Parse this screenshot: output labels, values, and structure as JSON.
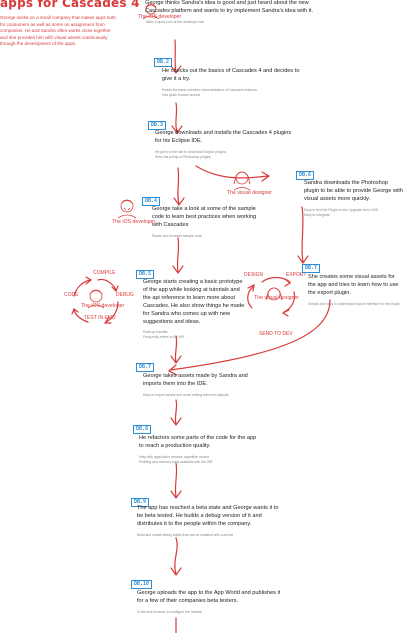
{
  "header": {
    "title": "apps for Cascades 4",
    "intro": "George works on a small company that makes apps both for consumers as well as some on assignment from companies. He and Sandra often works close together and she provides him with visual assets continuously through the development of the apps."
  },
  "roles": {
    "developer": "The iOS developer",
    "designer": "The visual designer"
  },
  "cycle": {
    "dev": [
      "COMPILE",
      "DEBUG",
      "TEST IN EMU",
      "CODE"
    ],
    "design": [
      "DESIGN",
      "EXPORT",
      "SEND TO DEV"
    ]
  },
  "steps": [
    {
      "id": "1",
      "badge": "",
      "text": "George thinks Sandra's idea is good and just heard about the new Cascades platform and wants to try implement Sandra's idea with it.",
      "notes": [
        "Takes a quick look at the developer site"
      ]
    },
    {
      "id": "2",
      "badge": "DB.2",
      "text": "He checks out the basics of Cascades 4 and decides to give it a try.",
      "notes": [
        "Reads the basic overview documentation of Cascades features",
        "Has quick browse around"
      ]
    },
    {
      "id": "3",
      "badge": "DB.3",
      "text": "George downloads and installs the Cascades 4 plugins for his Eclipse IDE.",
      "notes": [
        "He goes to the site to download Eclipse plugins",
        "Sees the plenty of Photoshop plugins"
      ]
    },
    {
      "id": "4",
      "badge": "DB.4",
      "text": "George take a look at some of the sample code to learn best practices when working with Cascades",
      "notes": [
        "Reads and browses sample code"
      ]
    },
    {
      "id": "5",
      "badge": "DB.5",
      "text": "George starts creating a basic prototype of the app while looking at tutorials and the api reference to learn more about Cascades. He also show things he made for Sandra who comes up with new suggestions and ideas.",
      "notes": [
        "Pulls up tutorials",
        "Frequently refers to the API"
      ]
    },
    {
      "id": "6",
      "badge": "DB.6",
      "text": "Sandra downloads the Photoshop plugin to be able to provide George with visual assets more quickly.",
      "notes": [
        "Easy to find the Plugin on the Upgrade from 1000",
        "Easy to Integrate"
      ]
    },
    {
      "id": "7",
      "badge": "DB.7",
      "text": "She creates some visual assets for the app and tries to learn how to use the export plugin.",
      "notes": [
        "Simple and easy to understand export interface for the plugin"
      ]
    },
    {
      "id": "8",
      "badge": "DB.7",
      "text": "George takes assets made by Sandra and imports them into the IDE.",
      "notes": [
        "Easy to import assets and avoid setting them into layouts"
      ]
    },
    {
      "id": "9",
      "badge": "DB.8",
      "text": "He refactors some parts of the code for the app to reach a production quality.",
      "notes": [
        "Help with application refactor, algorithm wizard",
        "Profiling and memory tools available with the IDE"
      ]
    },
    {
      "id": "10",
      "badge": "DB.9",
      "text": "The app has reached a beta state and George wants it to be beta tested. He builds a debug version of it and distributes it to the people within the company.",
      "notes": [
        "Build and create debug builds that can be installed with a device"
      ]
    },
    {
      "id": "11",
      "badge": "DB.10",
      "text": "George uploads the app to the App World and publishes it for a few of their companies beta testers.",
      "notes": [
        "In the web browser to configure the release"
      ]
    }
  ],
  "colors": {
    "accent": "#d93a3a",
    "badge": "#2c8fd6",
    "text": "#222222",
    "note": "#888888"
  }
}
